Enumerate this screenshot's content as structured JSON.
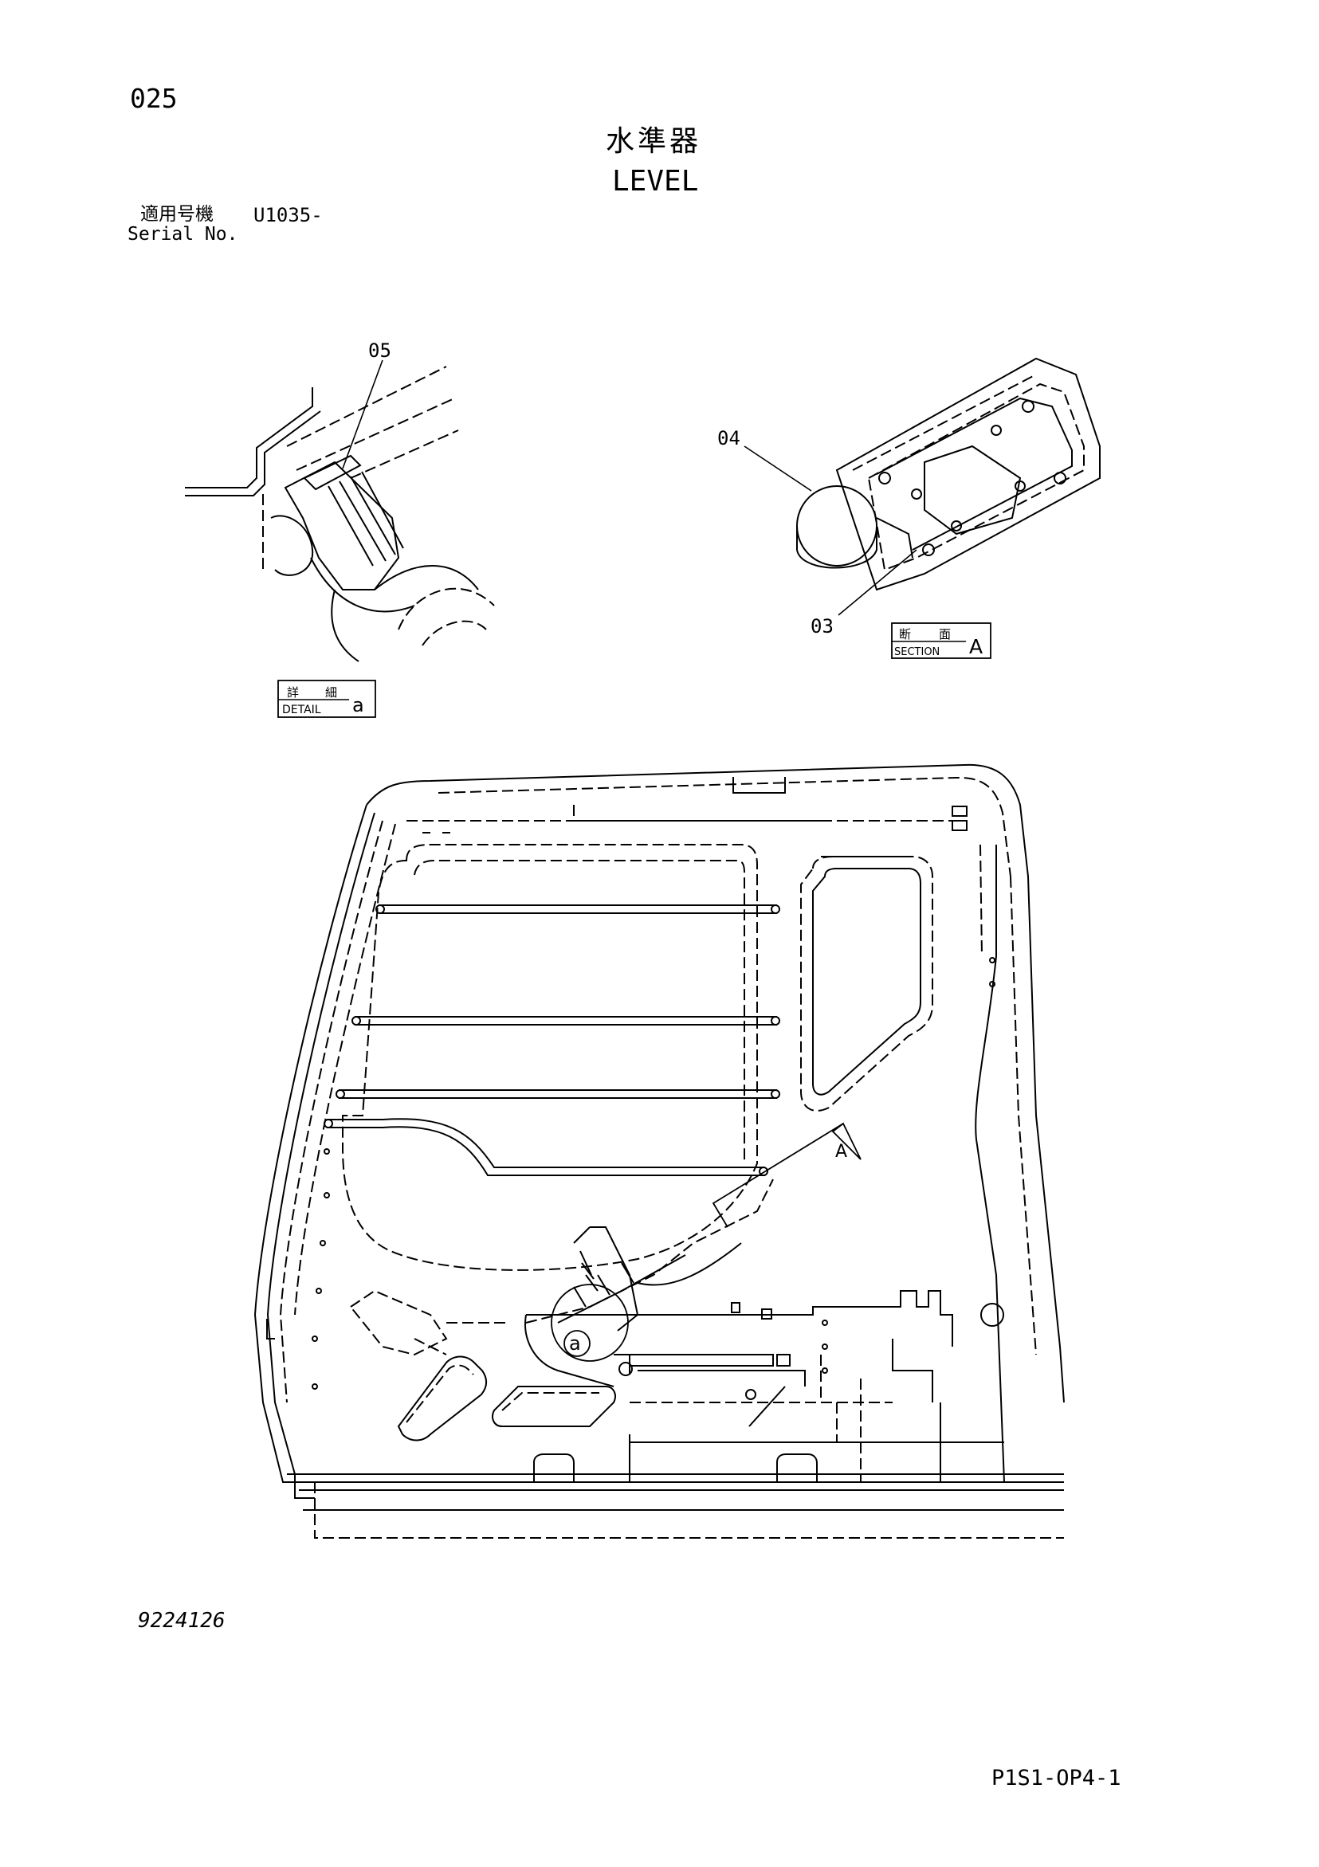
{
  "header": {
    "page_number": "025",
    "title_ja": "水準器",
    "title_en": "LEVEL",
    "serial_label_ja": "適用号機",
    "serial_value": "U1035-",
    "serial_label_en": "Serial No."
  },
  "callouts": {
    "part_05": "05",
    "part_04": "04",
    "part_03": "03"
  },
  "detail_box": {
    "label_ja_1": "詳",
    "label_ja_2": "細",
    "label_en": "DETAIL",
    "letter": "a"
  },
  "section_box": {
    "label_ja_1": "断",
    "label_ja_2": "面",
    "label_en": "SECTION",
    "letter": "A"
  },
  "main_view": {
    "section_marker": "A",
    "detail_marker": "a"
  },
  "footer": {
    "drawing_number": "9224126",
    "page_code": "P1S1-OP4-1"
  }
}
